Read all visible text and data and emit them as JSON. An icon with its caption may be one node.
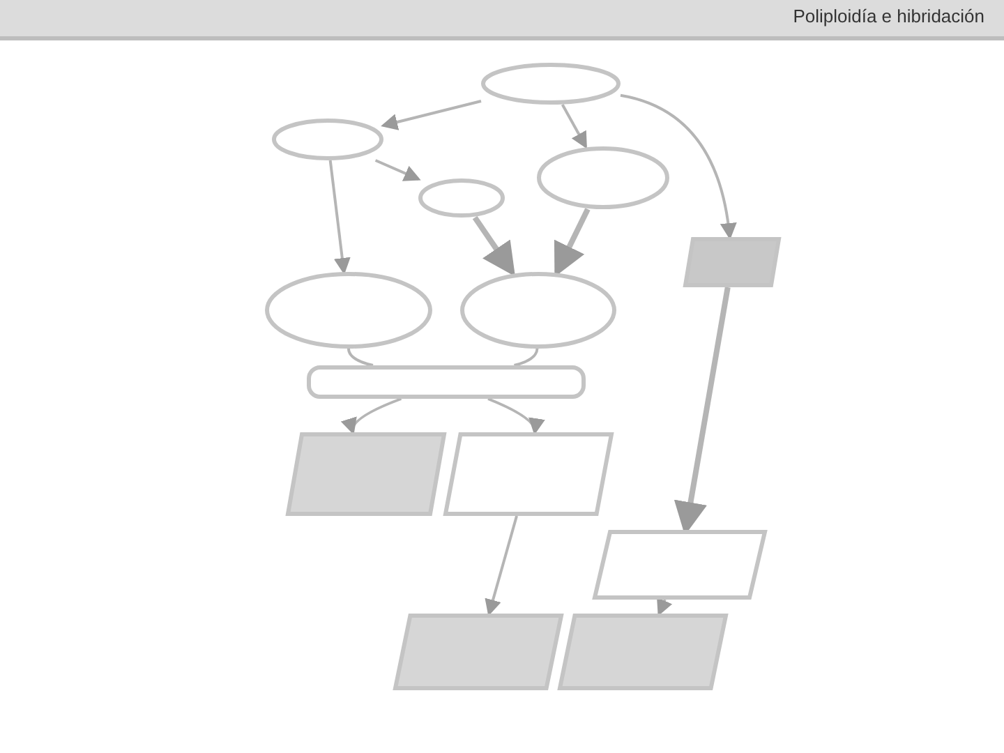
{
  "diagram": {
    "title": "Poliploidía e hibridación",
    "nodes": [
      {
        "text": [],
        "shape": "ellipse"
      },
      {
        "text": [],
        "shape": "ellipse"
      },
      {
        "text": [],
        "shape": "ellipse"
      },
      {
        "text": [],
        "shape": "ellipse"
      },
      {
        "text": [],
        "shape": "ellipse"
      },
      {
        "text": [],
        "shape": "ellipse"
      },
      {
        "text": [],
        "shape": "parallelogram"
      },
      {
        "text": [],
        "shape": "box"
      },
      {
        "text": [],
        "shape": "parallelogram"
      },
      {
        "text": [],
        "shape": "parallelogram"
      },
      {
        "text": [],
        "shape": "parallelogram"
      },
      {
        "text": [],
        "shape": "parallelogram"
      },
      {
        "text": [],
        "shape": "parallelogram"
      }
    ],
    "edges": [
      {
        "from": 0,
        "to": 1,
        "arrow": "to"
      },
      {
        "from": 1,
        "to": 2,
        "arrow": "to"
      },
      {
        "from": 0,
        "to": 3,
        "arrow": "to"
      },
      {
        "from": 2,
        "to": 5,
        "arrow": "to",
        "style": "thick"
      },
      {
        "from": 3,
        "to": 5,
        "arrow": "to",
        "style": "thick"
      },
      {
        "from": 0,
        "to": 6,
        "arrow": "to"
      },
      {
        "from": 1,
        "to": 4,
        "arrow": "to"
      },
      {
        "from": 4,
        "to": 7,
        "arrow": "none"
      },
      {
        "from": 5,
        "to": 7,
        "arrow": "none"
      },
      {
        "from": 7,
        "to": 8,
        "arrow": "to"
      },
      {
        "from": 7,
        "to": 9,
        "arrow": "to"
      },
      {
        "from": 6,
        "to": 10,
        "arrow": "to",
        "style": "thick"
      },
      {
        "from": 9,
        "to": 11,
        "arrow": "to"
      },
      {
        "from": 10,
        "to": 12,
        "arrow": "to"
      }
    ]
  }
}
